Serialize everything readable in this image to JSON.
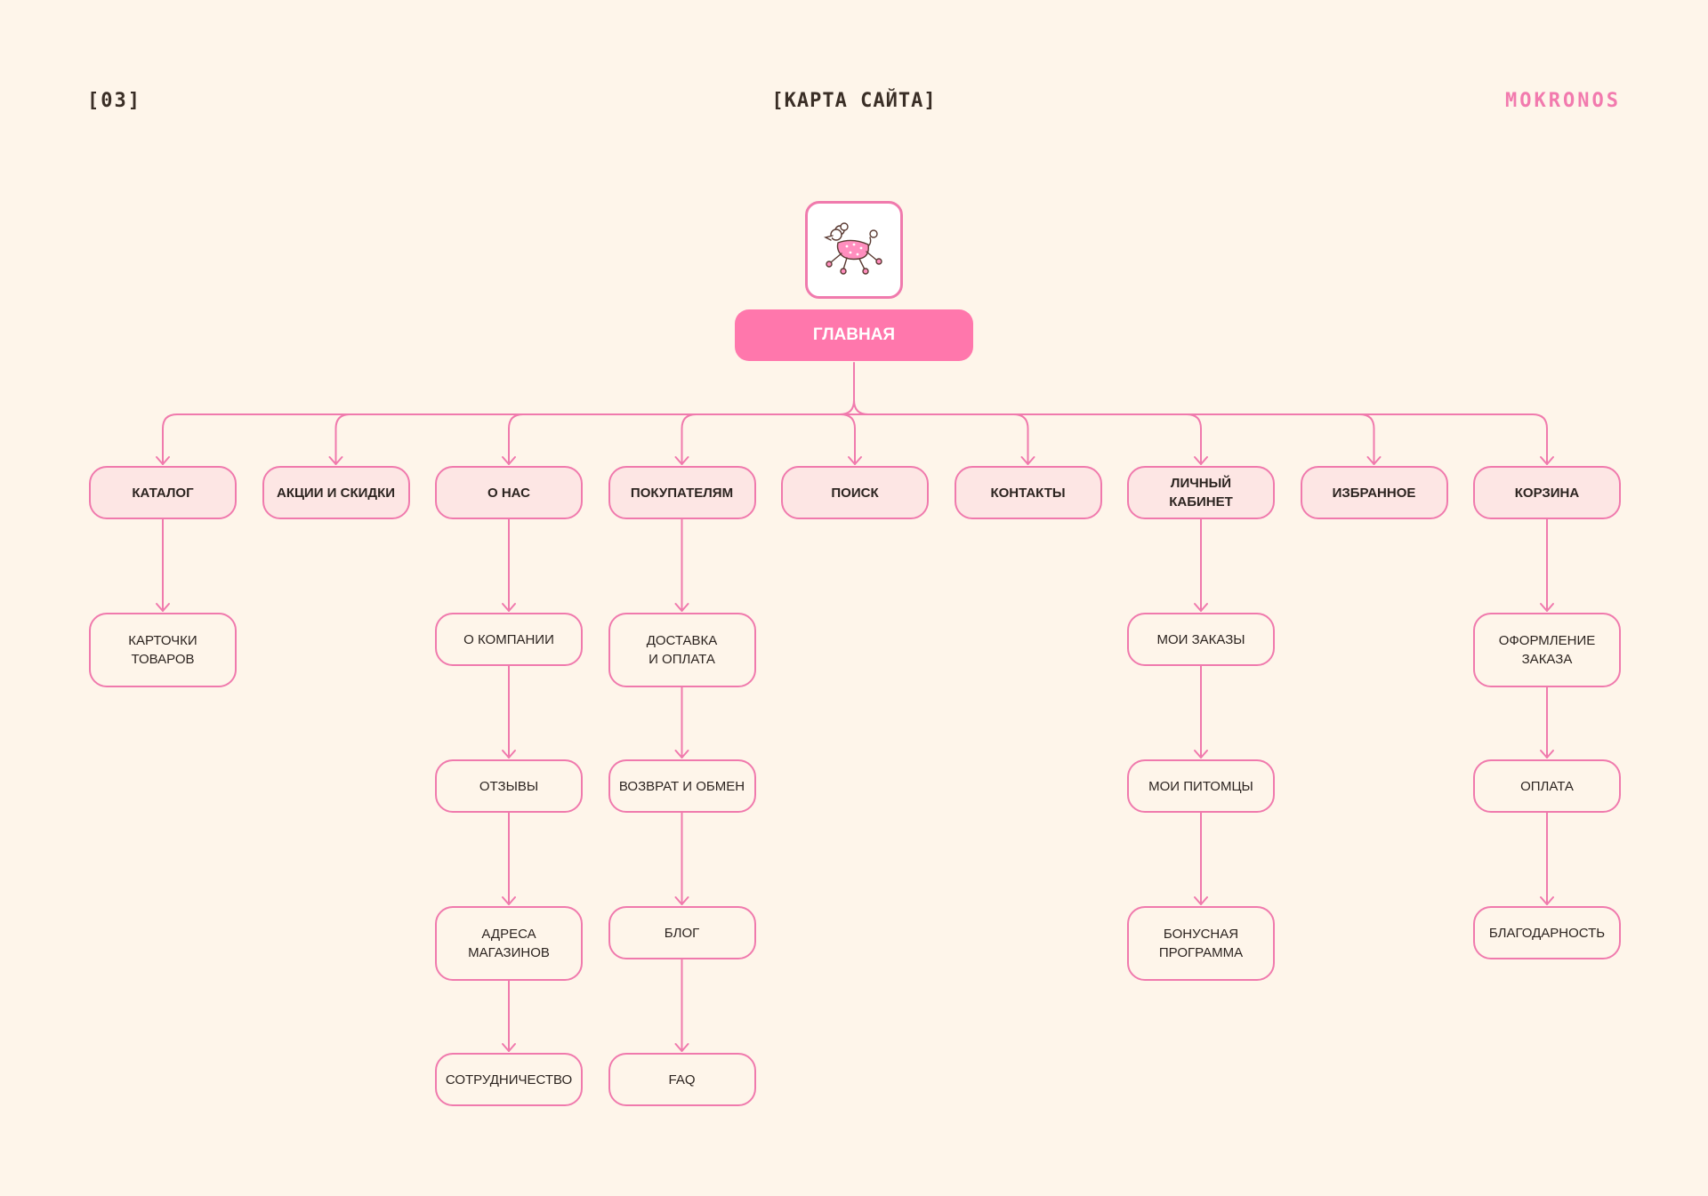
{
  "header": {
    "page_number": "[03]",
    "title": "[КАРТА САЙТА]",
    "brand": "MOKRONOS"
  },
  "colors": {
    "background": "#FEF5EA",
    "accent": "#FF77AC",
    "border": "#F07AAD",
    "node_fill": "#FDE6E4",
    "text": "#2C2420"
  },
  "logo": {
    "icon": "poodle-icon"
  },
  "root": {
    "label": "ГЛАВНАЯ"
  },
  "sections": [
    {
      "label": "КАТАЛОГ",
      "children": [
        "КАРТОЧКИ\nТОВАРОВ"
      ]
    },
    {
      "label": "АКЦИИ И СКИДКИ",
      "children": []
    },
    {
      "label": "О НАС",
      "children": [
        "О КОМПАНИИ",
        "ОТЗЫВЫ",
        "АДРЕСА\nМАГАЗИНОВ",
        "СОТРУДНИЧЕСТВО"
      ]
    },
    {
      "label": "ПОКУПАТЕЛЯМ",
      "children": [
        "ДОСТАВКА\nИ ОПЛАТА",
        "ВОЗВРАТ И ОБМЕН",
        "БЛОГ",
        "FAQ"
      ]
    },
    {
      "label": "ПОИСК",
      "children": []
    },
    {
      "label": "КОНТАКТЫ",
      "children": []
    },
    {
      "label": "ЛИЧНЫЙ КАБИНЕТ",
      "children": [
        "МОИ ЗАКАЗЫ",
        "МОИ ПИТОМЦЫ",
        "БОНУСНАЯ\nПРОГРАММА"
      ]
    },
    {
      "label": "ИЗБРАННОЕ",
      "children": []
    },
    {
      "label": "КОРЗИНА",
      "children": [
        "ОФОРМЛЕНИЕ\nЗАКАЗА",
        "ОПЛАТА",
        "БЛАГОДАРНОСТЬ"
      ]
    }
  ]
}
